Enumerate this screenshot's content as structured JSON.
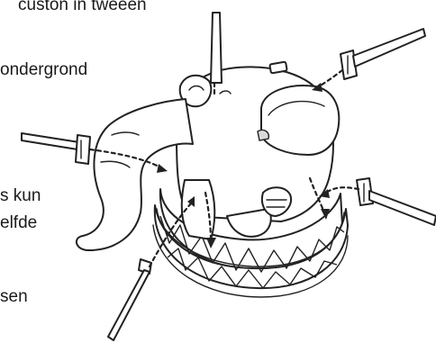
{
  "text_lines": [
    "custon in tweeen",
    "ondergrond",
    "s kun",
    "elfde",
    "sen"
  ],
  "colors": {
    "ink": "#222222",
    "paper": "#ffffff",
    "shade": "#d9d9d9"
  }
}
